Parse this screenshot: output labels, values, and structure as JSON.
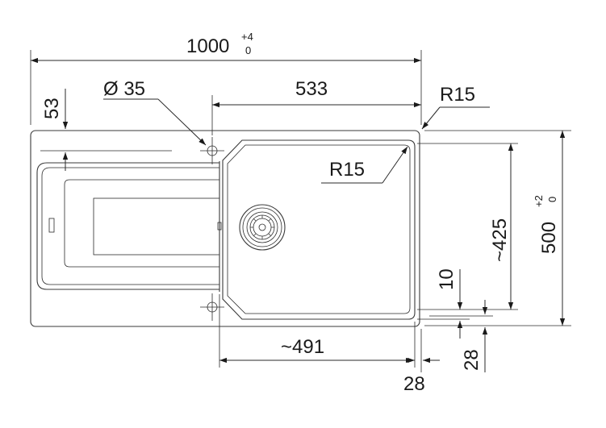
{
  "drawing": {
    "overall_width": "1000",
    "overall_width_tol_upper": "+4",
    "overall_width_tol_lower": "0",
    "tap_hole_diameter": "Ø 35",
    "bowl_width": "533",
    "outer_radius": "R15",
    "inner_radius": "R15",
    "top_offset": "53",
    "bowl_depth": "~425",
    "overall_depth": "500",
    "overall_depth_tol_upper": "+2",
    "overall_depth_tol_lower": "0",
    "bottom_margin": "10",
    "right_margin_lower": "28",
    "bowl_length": "~491",
    "right_margin": "28"
  }
}
